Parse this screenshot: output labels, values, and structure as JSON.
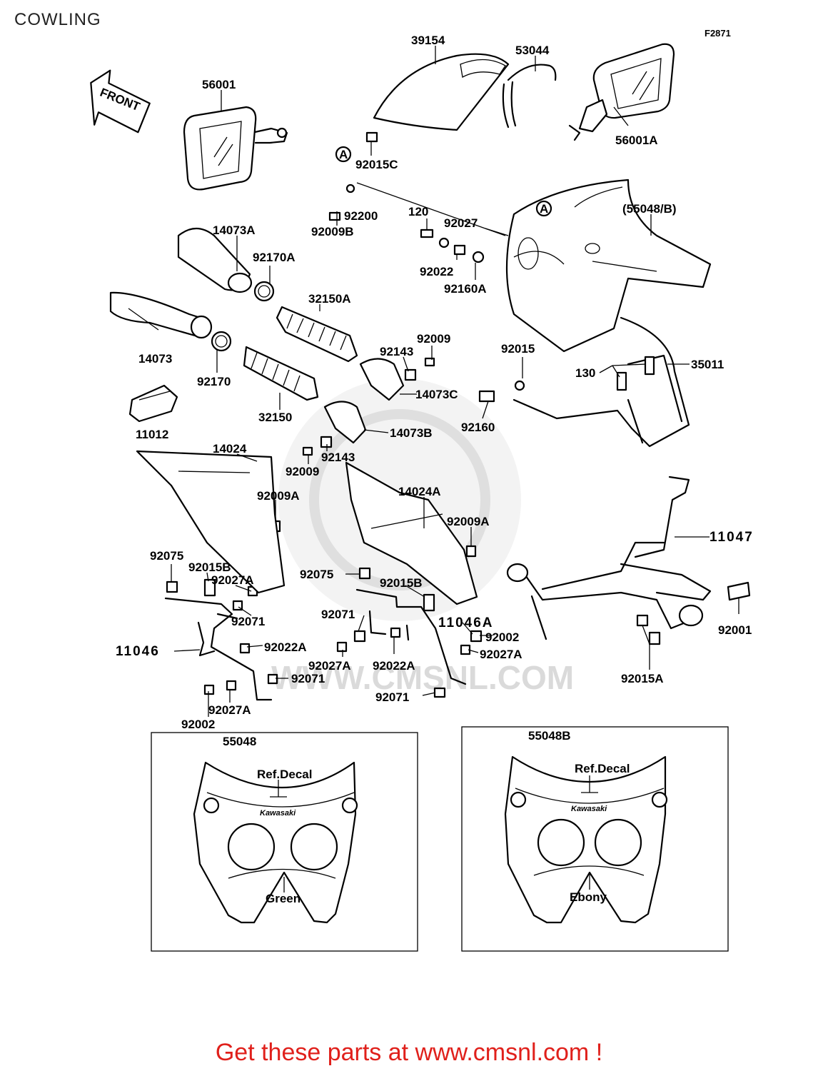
{
  "title": "COWLING",
  "figure_code": "F2871",
  "front_badge": "FRONT",
  "watermark": "WWW.CMSNL.COM",
  "promo": "Get these parts at www.cmsnl.com !",
  "callouts": {
    "a1": "A",
    "a2": "A"
  },
  "parts": {
    "p39154": "39154",
    "p53044": "53044",
    "p56001": "56001",
    "p56001A": "56001A",
    "p92015C": "92015C",
    "p92200": "92200",
    "p92009B": "92009B",
    "p120": "120",
    "p92027": "92027",
    "p55048B_ref": "(55048/B)",
    "p92022": "92022",
    "p92160A": "92160A",
    "p14073A": "14073A",
    "p92170A": "92170A",
    "p32150A": "32150A",
    "p14073": "14073",
    "p92170": "92170",
    "p32150": "32150",
    "p92009_a": "92009",
    "p92143_a": "92143",
    "p14073C": "14073C",
    "p14073B": "14073B",
    "p92143_b": "92143",
    "p92009_b": "92009",
    "p92015": "92015",
    "p130": "130",
    "p35011": "35011",
    "p92160": "92160",
    "p11012": "11012",
    "p14024": "14024",
    "p92009A_a": "92009A",
    "p14024A": "14024A",
    "p92009A_b": "92009A",
    "p11047": "11047",
    "p92001": "92001",
    "p92075_a": "92075",
    "p92015B_a": "92015B",
    "p92027A_a": "92027A",
    "p92071_a": "92071",
    "p11046": "11046",
    "p92022A_a": "92022A",
    "p92071_b": "92071",
    "p92027A_b": "92027A",
    "p92002_a": "92002",
    "p92075_b": "92075",
    "p92015B_b": "92015B",
    "p92071_c": "92071",
    "p11046A": "11046A",
    "p92002_b": "92002",
    "p92027A_c": "92027A",
    "p92027A_d": "92027A",
    "p92022A_b": "92022A",
    "p92071_d": "92071",
    "p92015A": "92015A"
  },
  "insets": [
    {
      "part": "55048",
      "decal": "Ref.Decal",
      "brand": "Kawasaki",
      "color": "Green"
    },
    {
      "part": "55048B",
      "decal": "Ref.Decal",
      "brand": "Kawasaki",
      "color": "Ebony"
    }
  ],
  "colors": {
    "promo": "#e0201b",
    "line": "#000000",
    "watermark": "#d9d9d9"
  }
}
